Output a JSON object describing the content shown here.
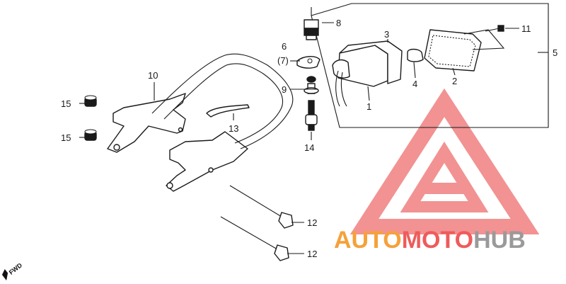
{
  "callouts": {
    "c1": "1",
    "c2": "2",
    "c3": "3",
    "c4": "4",
    "c5": "5",
    "c6": "6",
    "c7": "(7)",
    "c8": "8",
    "c9": "9",
    "c10": "10",
    "c11": "11",
    "c12a": "12",
    "c12b": "12",
    "c13": "13",
    "c14": "14",
    "c15a": "15",
    "c15b": "15"
  },
  "direction_marker": "FWD",
  "watermark": {
    "text_part1": "AUTO",
    "text_part2": "MOTO",
    "text_part3": "HUB",
    "color_orange": "#f5a13a",
    "color_red": "#ef5b5b",
    "color_gray": "#9a9a9a"
  }
}
